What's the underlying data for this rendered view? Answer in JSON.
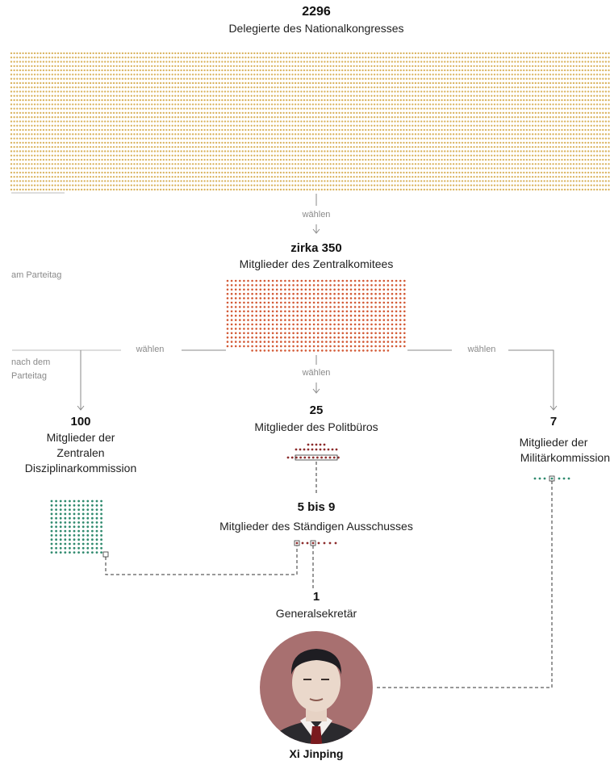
{
  "delegates": {
    "count": "2296",
    "label": "Delegierte des Nationalkongresses"
  },
  "verbs": {
    "choose": "wählen"
  },
  "phases": {
    "during": "am Parteitag",
    "after_line1": "nach dem",
    "after_line2": "Parteitag"
  },
  "central_committee": {
    "count": "zirka 350",
    "label": "Mitglieder des Zentralkomitees"
  },
  "discipline": {
    "count": "100",
    "label_lines": [
      "Mitglieder der",
      "Zentralen",
      "Disziplinarkommission"
    ]
  },
  "politburo": {
    "count": "25",
    "label": "Mitglieder des Politbüros"
  },
  "military": {
    "count": "7",
    "label_lines": [
      "Mitglieder der",
      "Militärkommission"
    ]
  },
  "standing": {
    "count": "5 bis 9",
    "label": "Mitglieder des Ständigen Ausschusses"
  },
  "secretary": {
    "count": "1",
    "label": "Generalsekretär",
    "name": "Xi Jinping"
  },
  "colors": {
    "delegates": "#d9b15a",
    "committee": "#d35a36",
    "discipline": "#2f8a6e",
    "politburo": "#8c2b2b",
    "military": "#2f8a6e",
    "lines": "#8a8a8a",
    "portrait_bg": "#a87070"
  },
  "icons": {
    "arrow": "down-arrow-icon",
    "portrait": "portrait-icon"
  }
}
